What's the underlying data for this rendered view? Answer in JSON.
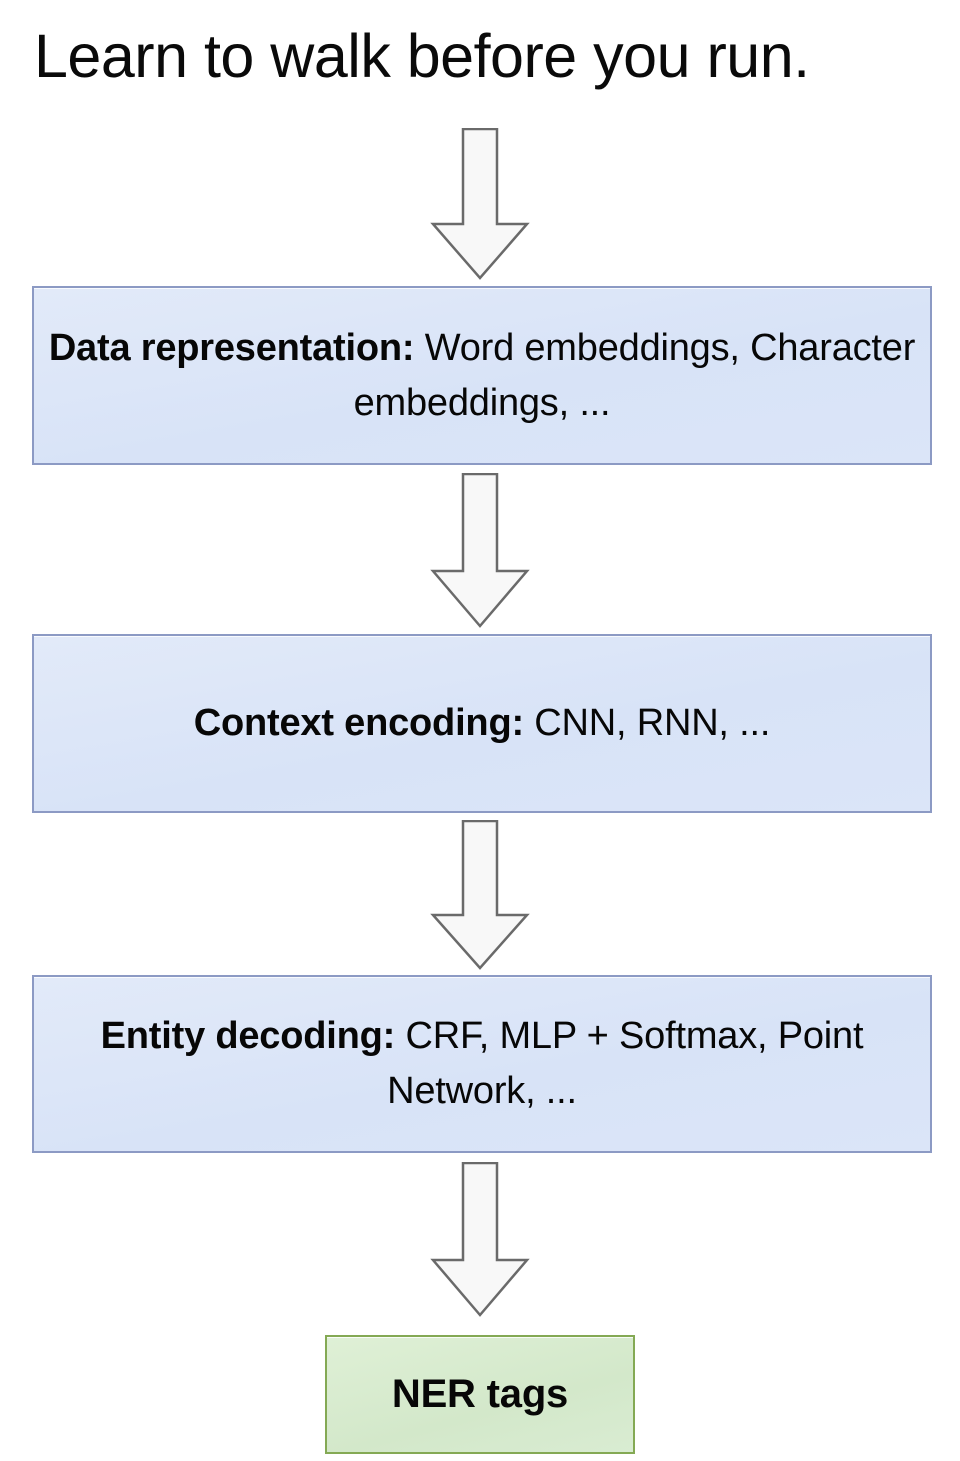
{
  "page": {
    "title": "Learn to walk before you run.",
    "background_color": "#ffffff"
  },
  "theme": {
    "box_fill_blue": "#dce6f7",
    "box_border_blue": "#8c9ac4",
    "box_fill_green": "#d7ead0",
    "box_border_green": "#84a954",
    "arrow_fill": "#f7f7f7",
    "arrow_border": "#666666",
    "text_color": "#070707"
  },
  "flow": {
    "nodes": [
      {
        "id": "data-representation",
        "label_bold": "Data representation:",
        "label_rest": " Word embeddings, Character embeddings, ...",
        "full_label": "Data representation: Word embeddings, Character embeddings, ...",
        "kind": "process",
        "color": "blue"
      },
      {
        "id": "context-encoding",
        "label_bold": "Context encoding:",
        "label_rest": " CNN, RNN, ...",
        "full_label": "Context encoding: CNN, RNN, ...",
        "kind": "process",
        "color": "blue"
      },
      {
        "id": "entity-decoding",
        "label_bold": "Entity decoding:",
        "label_rest": " CRF, MLP + Softmax, Point Network, ...",
        "full_label": "Entity decoding: CRF, MLP + Softmax, Point Network, ...",
        "kind": "process",
        "color": "blue"
      },
      {
        "id": "ner-tags",
        "label_bold": "NER tags",
        "label_rest": "",
        "full_label": "NER tags",
        "kind": "output",
        "color": "green"
      }
    ],
    "arrows": [
      {
        "id": "title-to-data",
        "from": "title",
        "to": "data-representation",
        "direction": "down",
        "icon": "down-block-arrow-icon"
      },
      {
        "id": "data-to-context",
        "from": "data-representation",
        "to": "context-encoding",
        "direction": "down",
        "icon": "down-block-arrow-icon"
      },
      {
        "id": "context-to-entity",
        "from": "context-encoding",
        "to": "entity-decoding",
        "direction": "down",
        "icon": "down-block-arrow-icon"
      },
      {
        "id": "entity-to-ner",
        "from": "entity-decoding",
        "to": "ner-tags",
        "direction": "down",
        "icon": "down-block-arrow-icon"
      }
    ]
  }
}
